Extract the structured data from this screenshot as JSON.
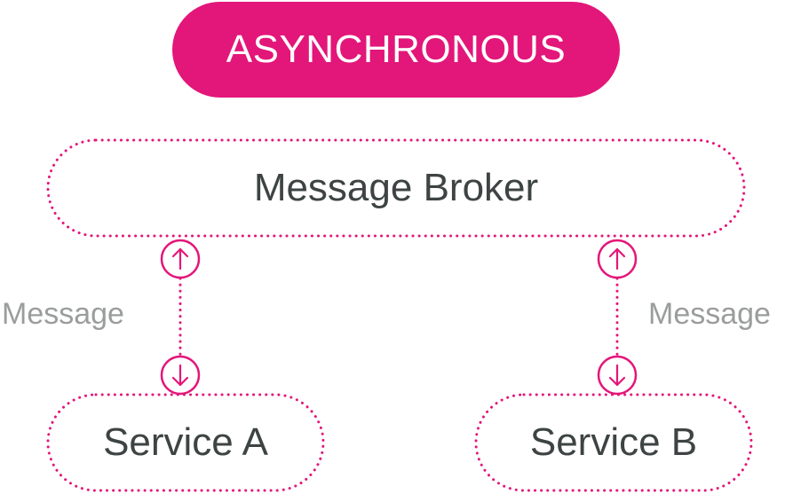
{
  "title": "ASYNCHRONOUS",
  "broker": {
    "label": "Message Broker"
  },
  "services": [
    {
      "label": "Service A"
    },
    {
      "label": "Service B"
    }
  ],
  "connections": [
    {
      "label": "Message"
    },
    {
      "label": "Message"
    }
  ],
  "colors": {
    "accent": "#e3167a",
    "text_dark": "#3d4443",
    "text_muted": "#9a9d9c"
  },
  "icons": [
    "arrow-up-circle-icon",
    "arrow-down-circle-icon"
  ]
}
